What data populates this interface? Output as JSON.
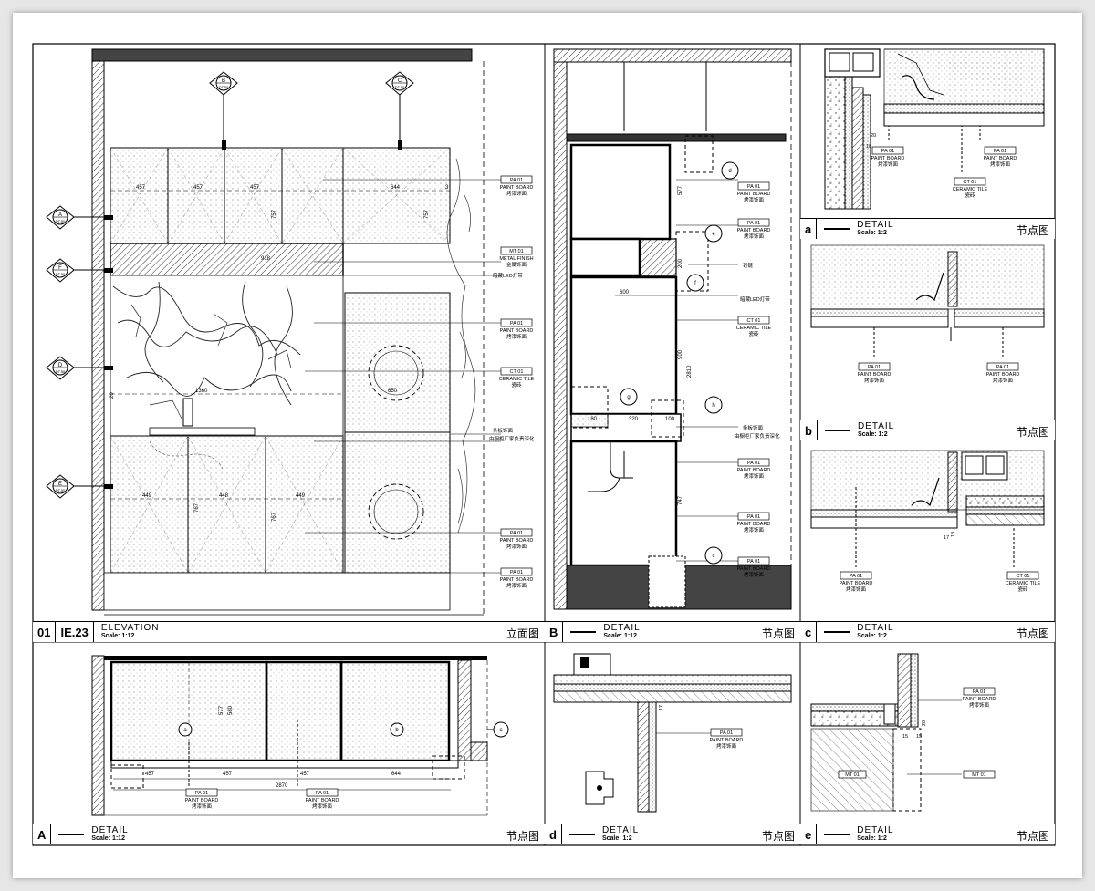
{
  "panels": {
    "p01": {
      "number": "01",
      "code": "IE.23",
      "title": "ELEVATION",
      "scale": "Scale: 1:12",
      "title_cn": "立面图"
    },
    "pB": {
      "letter": "B",
      "title": "DETAIL",
      "scale": "Scale: 1:12",
      "title_cn": "节点图"
    },
    "pa": {
      "letter": "a",
      "title": "DETAIL",
      "scale": "Scale: 1:2",
      "title_cn": "节点图"
    },
    "pb": {
      "letter": "b",
      "title": "DETAIL",
      "scale": "Scale: 1:2",
      "title_cn": "节点图"
    },
    "pc": {
      "letter": "c",
      "title": "DETAIL",
      "scale": "Scale: 1:2",
      "title_cn": "节点图"
    },
    "pA": {
      "letter": "A",
      "title": "DETAIL",
      "scale": "Scale: 1:12",
      "title_cn": "节点图"
    },
    "pd": {
      "letter": "d",
      "title": "DETAIL",
      "scale": "Scale: 1:2",
      "title_cn": "节点图"
    },
    "pe": {
      "letter": "e",
      "title": "DETAIL",
      "scale": "Scale: 1:2",
      "title_cn": "节点图"
    }
  },
  "materials": {
    "pa": {
      "code": "PA 01",
      "en": "PAINT BOARD",
      "cn": "烤漆饰面"
    },
    "ct": {
      "code": "CT 01",
      "en": "CERAMIC TILE",
      "cn": "瓷砖"
    },
    "mt": {
      "code": "MT 01",
      "en": "METAL FINISH",
      "cn": "金属饰面"
    }
  },
  "notes": {
    "led": "暗藏LED灯带",
    "cabinet1": "条板饰面",
    "cabinet2": "由橱柜厂家负责深化",
    "hinge": "铰链"
  },
  "elevation": {
    "callouts": [
      {
        "letter": "B",
        "sheet": "DT.50"
      },
      {
        "letter": "C",
        "sheet": "DT.50"
      }
    ],
    "sections": [
      {
        "letter": "A",
        "sheet": "DT.50"
      },
      {
        "letter": "F",
        "sheet": "DT.50"
      },
      {
        "letter": "D",
        "sheet": "DT.50"
      },
      {
        "letter": "E",
        "sheet": "DT.50"
      }
    ],
    "dims_top": [
      "457",
      "457",
      "457",
      "644",
      "3"
    ],
    "dim_h_upper": "757",
    "dim_metal": "918",
    "dim_sink_width": "1360",
    "dim_washer": "650",
    "dims_lower": [
      "449",
      "448",
      "449"
    ],
    "dim_lower_h": "767",
    "dim_side": "20"
  },
  "section_B": {
    "dims": [
      "600",
      "320",
      "100",
      "180",
      "2810",
      "900",
      "747",
      "577",
      "200"
    ],
    "callouts": [
      "d",
      "e",
      "f",
      "g",
      "h",
      "c"
    ],
    "sheet": "DT.50"
  },
  "plan_A": {
    "dims_bottom": [
      "457",
      "457",
      "457",
      "644"
    ],
    "dim_total": "2870",
    "dims_side": [
      "577",
      "580"
    ],
    "callouts": [
      "a",
      "b",
      "c"
    ]
  },
  "details": {
    "a_dims": [
      "20",
      "18"
    ],
    "c_dims": [
      "17",
      "18"
    ],
    "d_dims": [
      "17"
    ],
    "e_dims": [
      "15",
      "15",
      "20"
    ]
  }
}
